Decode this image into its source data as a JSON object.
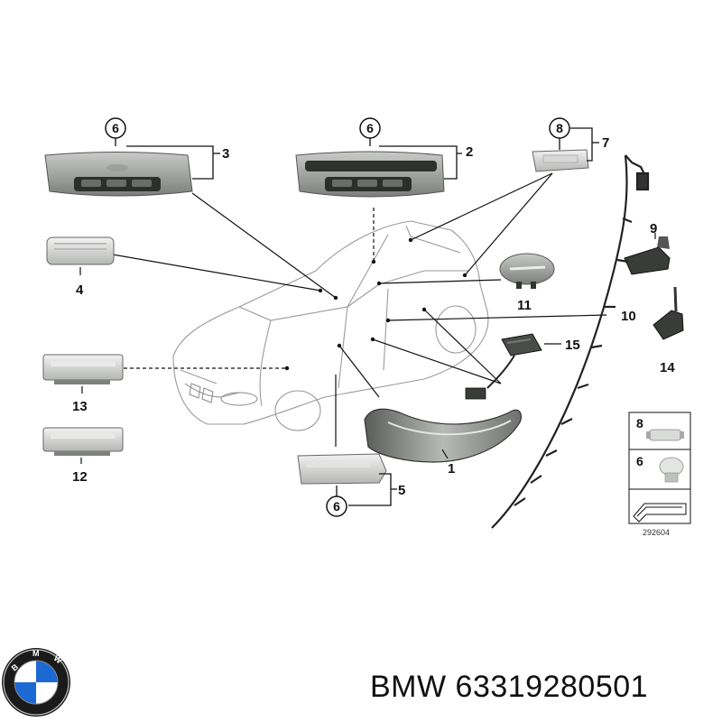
{
  "diagram": {
    "callouts": {
      "n1": "1",
      "n2": "2",
      "n3": "3",
      "n4": "4",
      "n5": "5",
      "n7": "7",
      "n9": "9",
      "n10": "10",
      "n11": "11",
      "n12": "12",
      "n13": "13",
      "n14": "14",
      "n15": "15"
    },
    "bulb_circles": {
      "c6_left": "6",
      "c6_mid": "6",
      "c8_top": "8",
      "c6_bottom": "6"
    },
    "legend": {
      "bulb8": "8",
      "bulb6": "6"
    },
    "drawing_code": "292604"
  },
  "caption": {
    "brand": "BMW",
    "part_number": "63319280501"
  },
  "colors": {
    "line": "#111111",
    "part_gray": "#8c8f8c",
    "brand_blue": "#1c69d4"
  }
}
